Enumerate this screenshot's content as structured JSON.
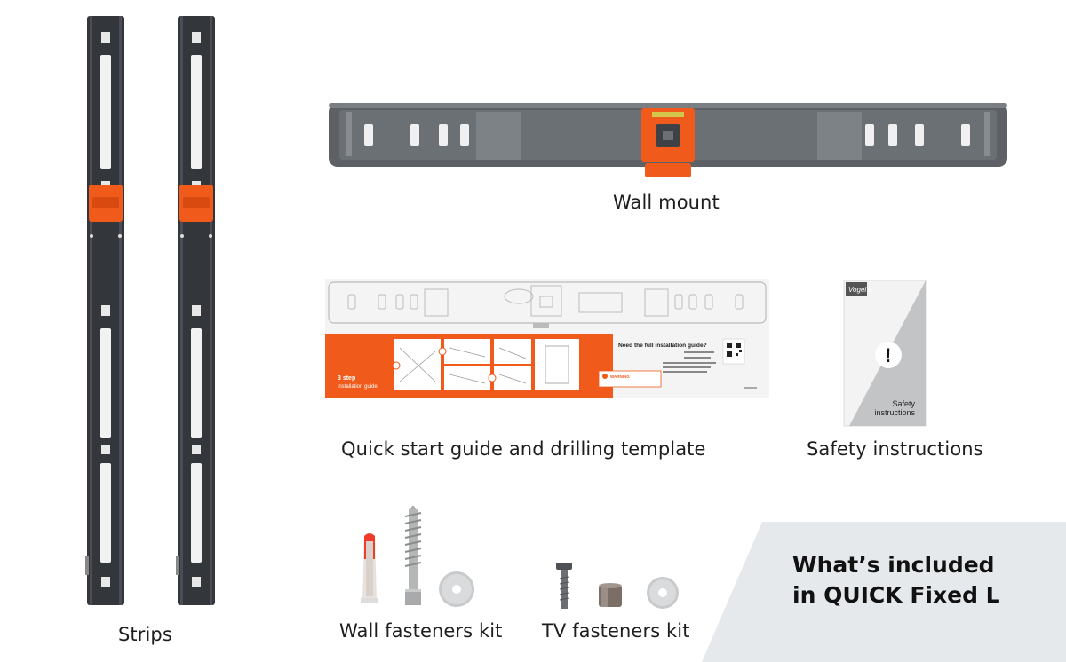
{
  "captions": {
    "strips": "Strips",
    "wall_mount": "Wall mount",
    "quick_start": "Quick start guide and drilling template",
    "safety": "Safety instructions",
    "wall_fasteners": "Wall fasteners kit",
    "tv_fasteners": "TV fasteners kit"
  },
  "panel": {
    "line1": "What’s included",
    "line2": "in QUICK Fixed L"
  },
  "guide": {
    "steps_label_1": "3 step",
    "steps_label_2": "installation guide",
    "question": "Need the full installation guide?",
    "warning": "WARNING"
  },
  "safety_booklet": {
    "brand": "Vogel's",
    "line1": "Safety",
    "line2": "instructions",
    "symbol": "!"
  },
  "colors": {
    "accent_orange": "#f05a1a",
    "mount_grey": "#5d6166",
    "strip_dark": "#33363b",
    "panel_grey": "#e6e9ec"
  }
}
